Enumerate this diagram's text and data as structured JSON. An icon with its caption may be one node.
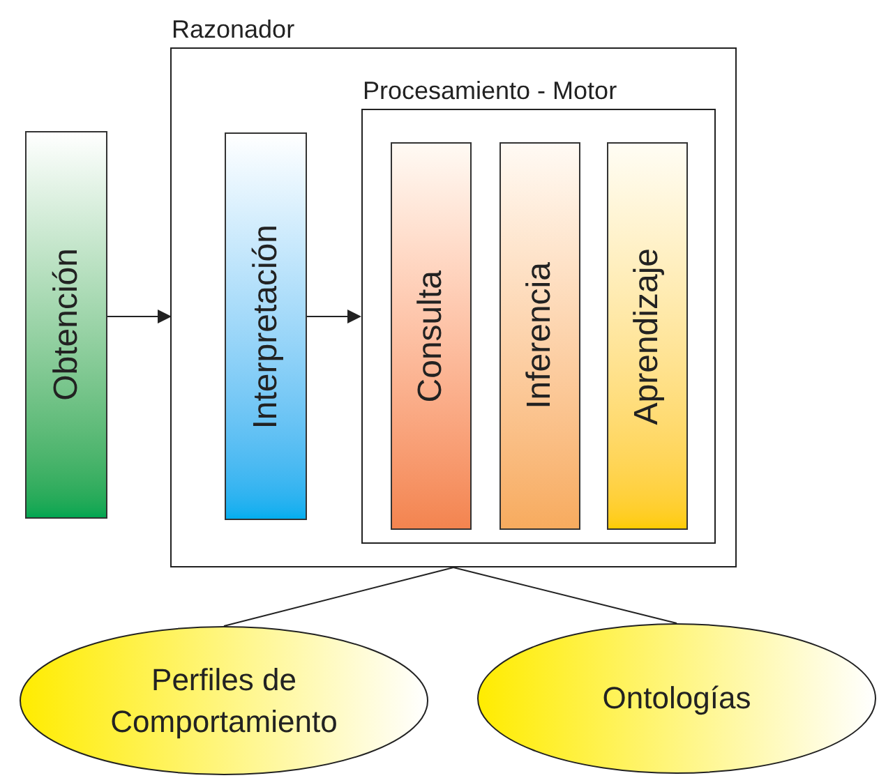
{
  "diagram": {
    "nodes": [
      {
        "text": [
          "Obtención"
        ]
      },
      {
        "text": [
          "Razonador"
        ]
      },
      {
        "text": [
          "Interpretación"
        ],
        "in": 1
      },
      {
        "text": [
          "Procesamiento - Motor"
        ],
        "in": 1
      },
      {
        "text": [
          "Consulta"
        ],
        "in": 3
      },
      {
        "text": [
          "Inferencia"
        ],
        "in": 3
      },
      {
        "text": [
          "Aprendizaje"
        ],
        "in": 3
      },
      {
        "text": [
          "Perfiles de Comportamiento"
        ]
      },
      {
        "text": [
          "Ontologías"
        ]
      }
    ],
    "edges": [
      {
        "from": 0,
        "to": 1,
        "arrow": "to"
      },
      {
        "from": 2,
        "to": 3,
        "arrow": "to"
      },
      {
        "from": 1,
        "to": 7,
        "arrow": "none"
      },
      {
        "from": 1,
        "to": 8,
        "arrow": "none"
      }
    ]
  }
}
